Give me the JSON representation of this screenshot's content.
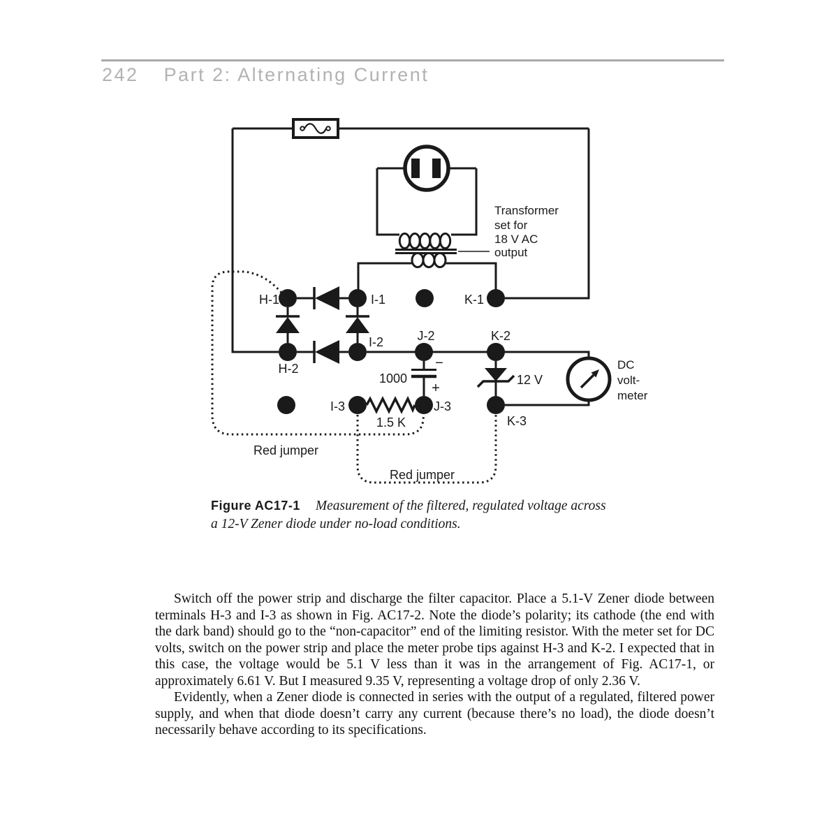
{
  "header": {
    "page_number": "242",
    "title": "Part 2: Alternating Current"
  },
  "diagram": {
    "transformer_note": {
      "line1": "Transformer",
      "line2": "set for",
      "line3": "18 V AC",
      "line4": "output"
    },
    "terminals": {
      "h1": "H-1",
      "i1": "I-1",
      "k1": "K-1",
      "h2": "H-2",
      "i2": "I-2",
      "j2": "J-2",
      "k2": "K-2",
      "i3": "I-3",
      "j3": "J-3",
      "k3": "K-3"
    },
    "capacitor": {
      "value": "1000",
      "minus": "−",
      "plus": "+"
    },
    "resistor": {
      "value": "1.5 K"
    },
    "zener": {
      "value": "12 V"
    },
    "voltmeter": {
      "line1": "DC",
      "line2": "volt-",
      "line3": "meter"
    },
    "jumpers": {
      "left_label": "Red jumper",
      "bottom_label": "Red jumper"
    }
  },
  "caption": {
    "label": "Figure AC17-1",
    "line1": "Measurement of the filtered, regulated voltage across",
    "line2": "a 12-V Zener diode under no-load conditions."
  },
  "body": {
    "paragraph1": "Switch off the power strip and discharge the filter capacitor. Place a 5.1-V Zener diode between terminals H-3 and I-3 as shown in Fig. AC17-2. Note the diode’s polarity; its cathode (the end with the dark band) should go to the “non-capacitor” end of the limiting resistor. With the meter set for DC volts, switch on the power strip and place the meter probe tips against H-3 and K-2. I expected that in this case, the voltage would be 5.1 V less than it was in the arrangement of Fig. AC17-1, or approximately 6.61 V. But I measured 9.35 V, representing a voltage drop of only 2.36 V.",
    "paragraph2": "Evidently, when a Zener diode is connected in series with the output of a regulated, filtered power supply, and when that diode doesn’t carry any current (because there’s no load), the diode doesn’t necessarily behave according to its specifications."
  }
}
